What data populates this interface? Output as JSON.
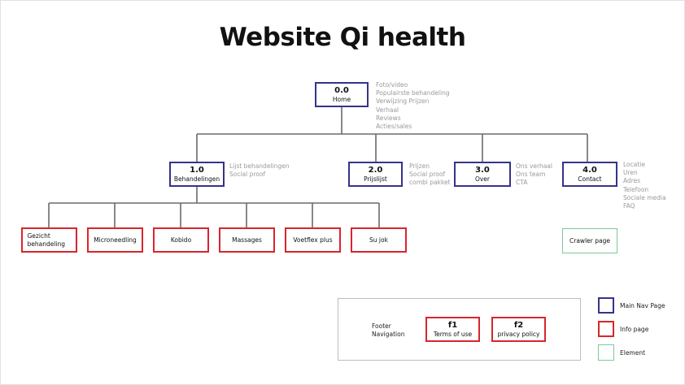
{
  "title": "Website Qi health",
  "home": {
    "num": "0.0",
    "label": "Home",
    "notes": [
      "Foto/video",
      "Populairste behandeling",
      "Verwijzing Prijzen",
      "Verhaal",
      "Reviews",
      "Acties/sales"
    ]
  },
  "behandelingen": {
    "num": "1.0",
    "label": "Behandelingen",
    "notes": [
      "Lijst behandelingen",
      "Social proof"
    ]
  },
  "prijslijst": {
    "num": "2.0",
    "label": "Prijslijst",
    "notes": [
      "Prijzen",
      "Social proof",
      "combi pakket"
    ]
  },
  "over": {
    "num": "3.0",
    "label": "Over",
    "notes": [
      "Ons verhaal",
      "Ons team",
      "CTA"
    ]
  },
  "contact": {
    "num": "4.0",
    "label": "Contact",
    "notes": [
      "Locatie",
      "Uren",
      "Adres",
      "Telefoon",
      "Sociale media",
      "FAQ"
    ]
  },
  "treatments": [
    "Gezicht behandeling",
    "Microneedling",
    "Kobido",
    "Massages",
    "Voetflex plus",
    "Su jok"
  ],
  "crawler": "Crawler page",
  "footer": {
    "label_line1": "Footer",
    "label_line2": "Navigation",
    "f1": {
      "num": "f1",
      "label": "Terms of use"
    },
    "f2": {
      "num": "f2",
      "label": "privacy policy"
    }
  },
  "legend": {
    "nav": "Main Nav Page",
    "info": "Info page",
    "element": "Element"
  },
  "colors": {
    "nav": "#35338a",
    "info": "#d7262c",
    "element": "#7cc99a",
    "line": "#6b6b6b",
    "note": "#9a9a9a"
  }
}
